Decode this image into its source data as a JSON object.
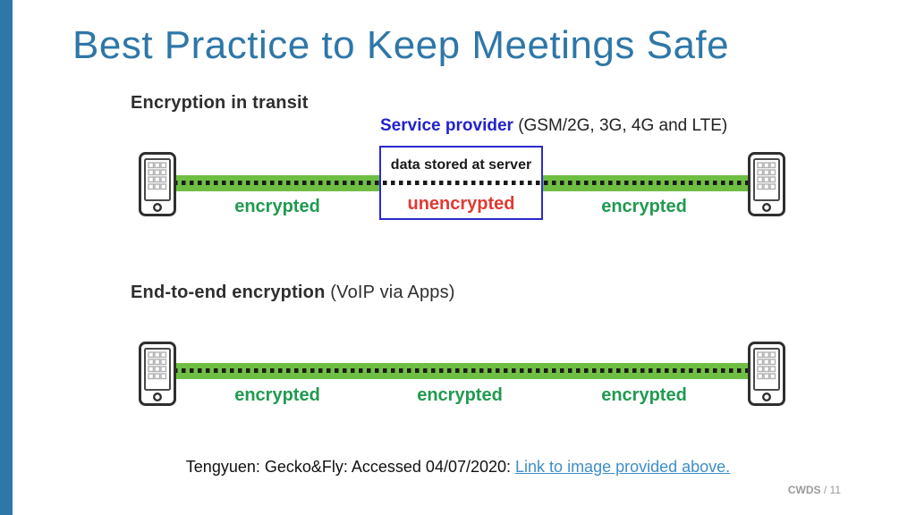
{
  "slide": {
    "title": "Best Practice to Keep Meetings Safe",
    "footer": {
      "label": "CWDS",
      "separator": " / ",
      "page_number": "11"
    }
  },
  "diagram1": {
    "heading": "Encryption in transit",
    "provider_label": "Service provider",
    "provider_detail": " (GSM/2G, 3G, 4G and LTE)",
    "box": {
      "top_text": "data stored at server",
      "bottom_text": "unencrypted"
    },
    "left_label": "encrypted",
    "right_label": "encrypted"
  },
  "diagram2": {
    "heading_bold": "End-to-end encryption",
    "heading_detail": " (VoIP via Apps)",
    "labels": [
      "encrypted",
      "encrypted",
      "encrypted"
    ]
  },
  "citation": {
    "text": "Tengyuen: Gecko&Fly: Accessed 04/07/2020: ",
    "link": "Link to image provided above."
  },
  "icons": {
    "phone": "smartphone-icon"
  },
  "colors": {
    "accent_blue": "#2E77A8",
    "provider_blue": "#2222CC",
    "box_border_blue": "#2A2ACF",
    "bar_green": "#6FBE44",
    "text_green": "#219A4F",
    "unencrypted_red": "#E03A33",
    "link_blue": "#3E8EC8",
    "footer_gray": "#9A9A9A",
    "heading_dark": "#2E2E2E",
    "dot_black": "#1a1a1a"
  }
}
